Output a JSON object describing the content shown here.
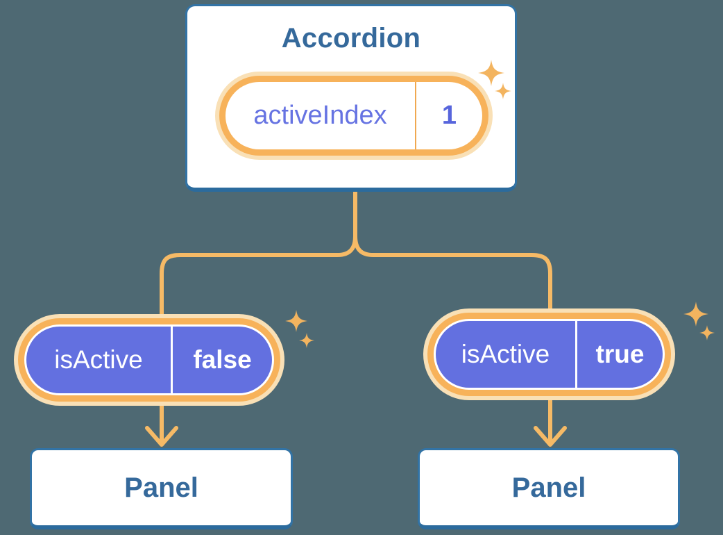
{
  "diagram": {
    "root": {
      "title": "Accordion",
      "state": {
        "label": "activeIndex",
        "value": "1"
      }
    },
    "children": [
      {
        "state": {
          "label": "isActive",
          "value": "false"
        },
        "panel": "Panel"
      },
      {
        "state": {
          "label": "isActive",
          "value": "true"
        },
        "panel": "Panel"
      }
    ]
  },
  "icons": {
    "sparkle": "✦",
    "arrow_down": "↓"
  },
  "colors": {
    "background": "#4E6973",
    "card_background": "#FFFFFF",
    "card_border": "#3273A5",
    "card_border_bottom": "#2B6B9D",
    "heading_text": "#35699B",
    "connector": "#F6BA66",
    "pill_border_orange": "#F7B25A",
    "pill_glow_cream": "#F9E0B6",
    "pill_divider_orange": "#F0A850",
    "state_purple_fill": "#6370E0",
    "state_label_purple": "#6673E2",
    "state_value_purple": "#5765DC",
    "state_text_white": "#FFFFFF",
    "sparkle": "#F3B45F"
  }
}
